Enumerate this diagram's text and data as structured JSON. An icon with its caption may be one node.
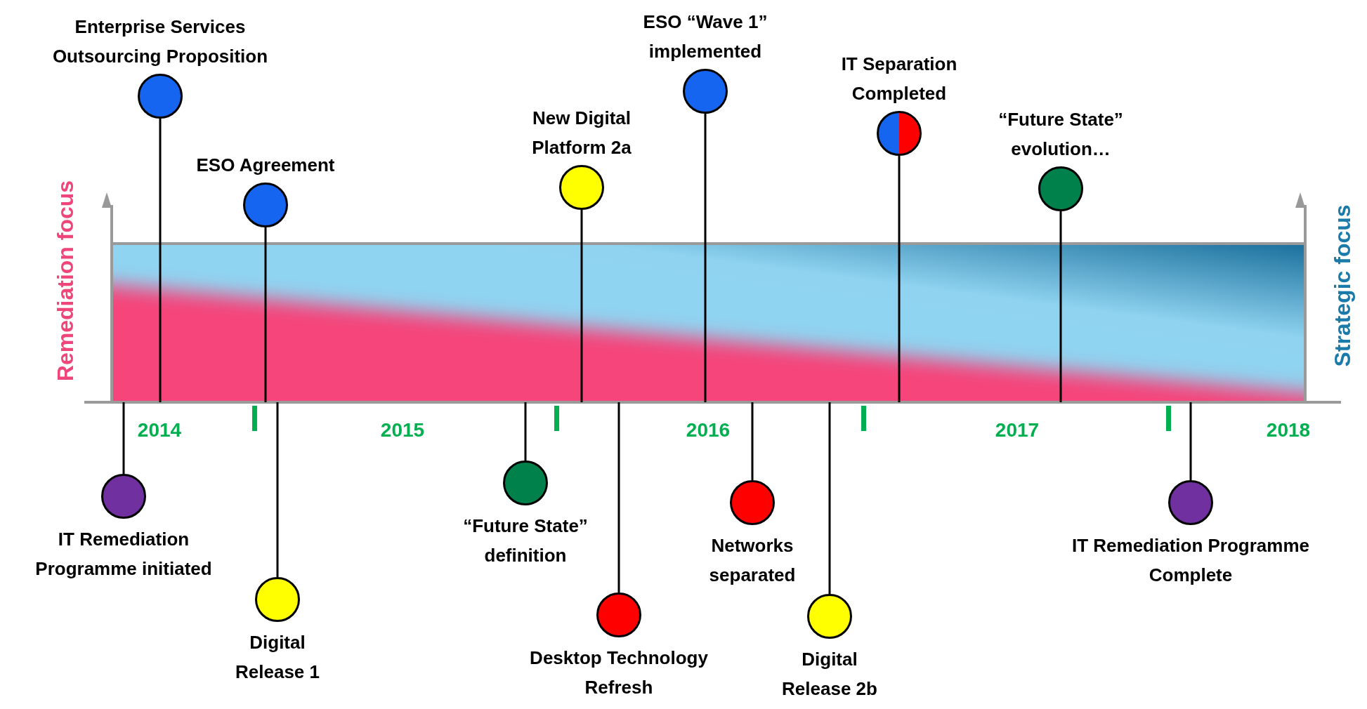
{
  "diagram": {
    "nodes": [
      {
        "text": [],
        "shape": "bar"
      },
      {
        "text": [
          "Enterprise Services Outsourcing Proposition"
        ]
      },
      {
        "text": [
          "ESO Agreement"
        ]
      },
      {
        "text": [
          "New Digital Platform 2a"
        ]
      },
      {
        "text": [
          "ESO “Wave 1” implemented"
        ]
      },
      {
        "text": [
          "IT Separation Completed"
        ]
      },
      {
        "text": [
          "“Future State” evolution…"
        ]
      },
      {
        "text": [
          "IT Remediation Programme initiated"
        ]
      },
      {
        "text": [
          "Digital Release 1"
        ]
      },
      {
        "text": [
          "“Future State” definition"
        ]
      },
      {
        "text": [
          "Desktop Technology Refresh"
        ]
      },
      {
        "text": [
          "Networks separated"
        ]
      },
      {
        "text": [
          "Digital Release 2b"
        ]
      },
      {
        "text": [
          "IT Remediation Programme Complete"
        ]
      }
    ],
    "edges": [
      {
        "from": 1,
        "to": 0,
        "arrow": "none"
      },
      {
        "from": 2,
        "to": 0,
        "arrow": "none"
      },
      {
        "from": 3,
        "to": 0,
        "arrow": "none"
      },
      {
        "from": 4,
        "to": 0,
        "arrow": "none"
      },
      {
        "from": 5,
        "to": 0,
        "arrow": "none"
      },
      {
        "from": 6,
        "to": 0,
        "arrow": "none"
      },
      {
        "from": 7,
        "to": 0,
        "arrow": "none"
      },
      {
        "from": 8,
        "to": 0,
        "arrow": "none"
      },
      {
        "from": 9,
        "to": 0,
        "arrow": "none"
      },
      {
        "from": 10,
        "to": 0,
        "arrow": "none"
      },
      {
        "from": 11,
        "to": 0,
        "arrow": "none"
      },
      {
        "from": 12,
        "to": 0,
        "arrow": "none"
      },
      {
        "from": 13,
        "to": 0,
        "arrow": "none"
      }
    ],
    "labels": [
      "Remediation focus",
      "Strategic focus",
      "2014",
      "2015",
      "2016",
      "2017",
      "2018"
    ]
  }
}
